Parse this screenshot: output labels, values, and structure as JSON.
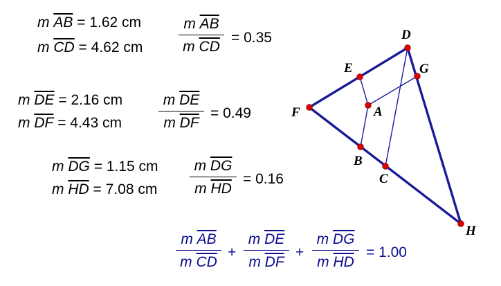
{
  "measurements": {
    "ab": {
      "m": "m",
      "seg": "AB",
      "value": "= 1.62 cm"
    },
    "cd": {
      "m": "m",
      "seg": "CD",
      "value": "= 4.62 cm"
    },
    "de": {
      "m": "m",
      "seg": "DE",
      "value": "= 2.16 cm"
    },
    "df": {
      "m": "m",
      "seg": "DF",
      "value": "= 4.43 cm"
    },
    "dg": {
      "m": "m",
      "seg": "DG",
      "value": "= 1.15 cm"
    },
    "hd": {
      "m": "m",
      "seg": "HD",
      "value": "= 7.08 cm"
    }
  },
  "ratios": {
    "ab_cd": {
      "num": "AB",
      "den": "CD",
      "value": "= 0.35"
    },
    "de_df": {
      "num": "DE",
      "den": "DF",
      "value": "= 0.49"
    },
    "dg_hd": {
      "num": "DG",
      "den": "HD",
      "value": "= 0.16"
    }
  },
  "sum": {
    "plus": "+",
    "value": "= 1.00"
  },
  "colors": {
    "text": "#000000",
    "sum": "#0b0b8f",
    "triangle": "#1a1a99",
    "point": "#e00000"
  },
  "points": {
    "D": "D",
    "E": "E",
    "G": "G",
    "F": "F",
    "A": "A",
    "B": "B",
    "C": "C",
    "H": "H"
  }
}
